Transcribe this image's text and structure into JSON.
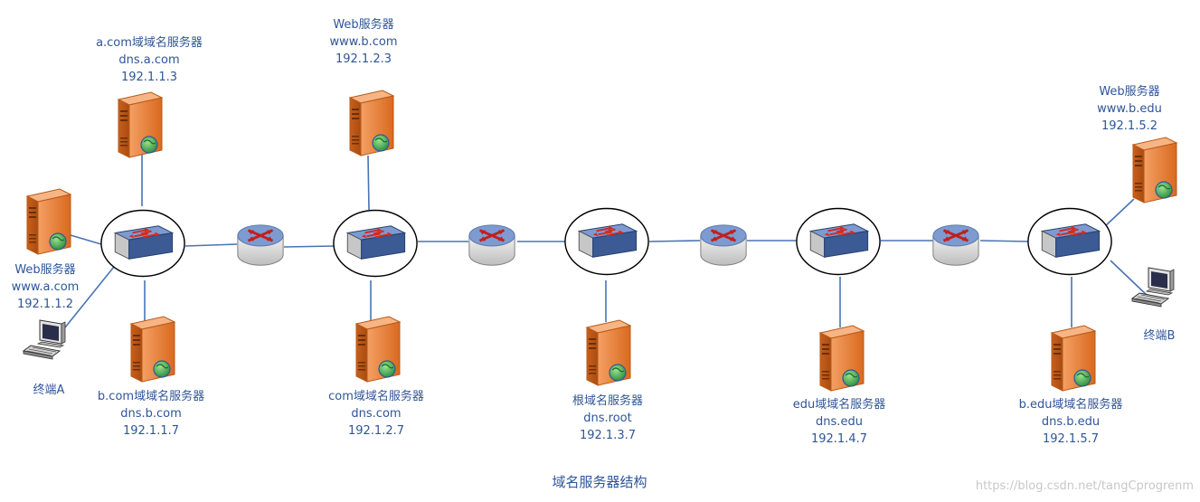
{
  "labels": {
    "a_com_dns": [
      "a.com域域名服务器",
      "dns.a.com",
      "192.1.1.3"
    ],
    "web_b_com": [
      "Web服务器",
      "www.b.com",
      "192.1.2.3"
    ],
    "web_b_edu": [
      "Web服务器",
      "www.b.edu",
      "192.1.5.2"
    ],
    "web_a_com": [
      "Web服务器",
      "www.a.com",
      "192.1.1.2"
    ],
    "terminal_a": [
      "终端A"
    ],
    "terminal_b": [
      "终端B"
    ],
    "b_com_dns": [
      "b.com域域名服务器",
      "dns.b.com",
      "192.1.1.7"
    ],
    "com_dns": [
      "com域域名服务器",
      "dns.com",
      "192.1.2.7"
    ],
    "root_dns": [
      "根域名服务器",
      "dns.root",
      "192.1.3.7"
    ],
    "edu_dns": [
      "edu域域名服务器",
      "dns.edu",
      "192.1.4.7"
    ],
    "b_edu_dns": [
      "b.edu域域名服务器",
      "dns.b.edu",
      "192.1.5.7"
    ]
  },
  "caption": "域名服务器结构",
  "watermark": "https://blog.csdn.net/tangCprogrenm",
  "colors": {
    "label": "#2f5597",
    "line": "#4a73b3",
    "server": "#e8823d",
    "switch": "#4a6fa5",
    "router_arrow": "#c0201c"
  }
}
